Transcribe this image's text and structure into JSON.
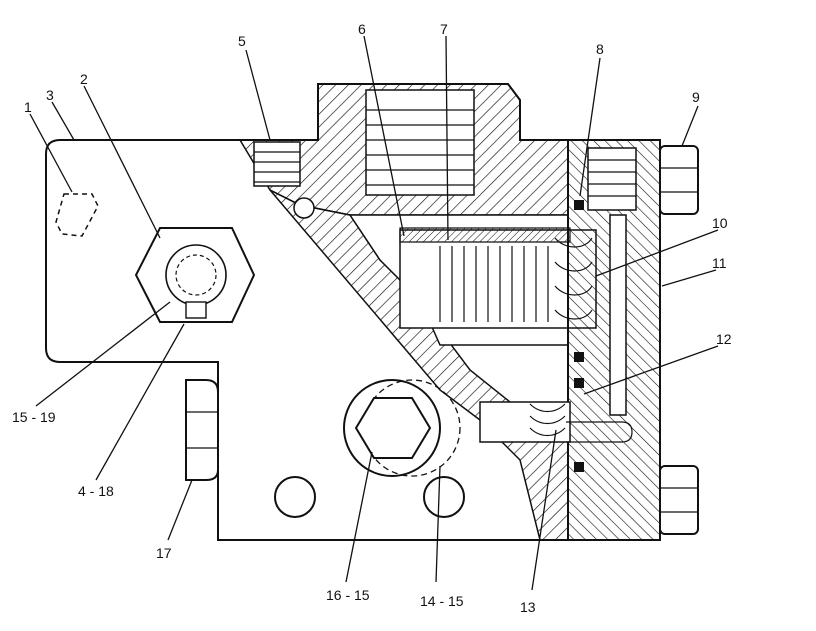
{
  "callouts": [
    "1",
    "2",
    "3",
    "5",
    "6",
    "7",
    "8",
    "9",
    "10",
    "11",
    "12",
    "13",
    "14 - 15",
    "16 - 15",
    "17",
    "4 - 18",
    "15 - 19"
  ]
}
